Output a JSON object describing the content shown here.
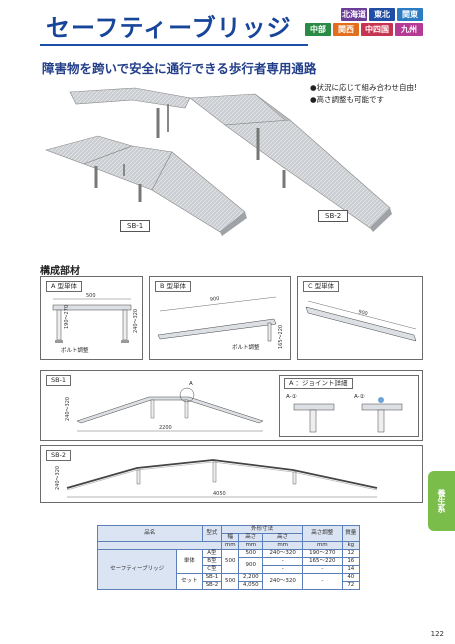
{
  "header": {
    "title": "セーフティーブリッジ",
    "regions": [
      {
        "label": "北海道",
        "color": "#6a3d97"
      },
      {
        "label": "東北",
        "color": "#1f4ea4"
      },
      {
        "label": "関東",
        "color": "#2c7cc4"
      },
      {
        "label": "中部",
        "color": "#2a8b46"
      },
      {
        "label": "関西",
        "color": "#e26d1c"
      },
      {
        "label": "中四国",
        "color": "#c73452"
      },
      {
        "label": "九州",
        "color": "#b53a93"
      }
    ]
  },
  "headline": "障害物を跨いで安全に通行できる歩行者専用通路",
  "features": [
    "●状況に応じて組み合わせ自由!",
    "●高さ調整も可能です"
  ],
  "photo_tags": {
    "sb1": "SB-1",
    "sb2": "SB-2"
  },
  "section_title": "構成部材",
  "parts": {
    "a": {
      "tag": "A 型単体",
      "width": "500",
      "h1": "190～270",
      "h2": "240～320",
      "bolt": "ボルト調整"
    },
    "b": {
      "tag": "B 型単体",
      "length": "900",
      "bolt": "ボルト調整",
      "h": "165～220"
    },
    "c": {
      "tag": "C 型単体",
      "length": "900"
    }
  },
  "sb1": {
    "tag": "SB-1",
    "length": "2200",
    "height": "240～320",
    "joint_label": "A"
  },
  "joint": {
    "tag": "A ：ジョイント詳細",
    "a1": "A-①",
    "a2": "A-②"
  },
  "sb2": {
    "tag": "SB-2",
    "length": "4050",
    "height": "240～320"
  },
  "table": {
    "h_name": "品名",
    "h_type": "型式",
    "h_outer": "外形寸法",
    "h_width": "幅",
    "h_height": "高さ",
    "h_height2": "高さ",
    "h_adjust": "高さ調整",
    "h_weight": "質量",
    "u_mm1": "mm",
    "u_mm2": "mm",
    "u_mm3": "mm",
    "u_mm4": "mm",
    "u_kg": "kg",
    "product": "セーフティーブリッジ",
    "single": "単体",
    "set": "セット",
    "rows": [
      {
        "type": "A型",
        "width": "500",
        "height": "240～320",
        "adjust": "190～270",
        "weight": "12"
      },
      {
        "type": "B型",
        "width": "900",
        "height": "-",
        "adjust": "165～220",
        "weight": "16"
      },
      {
        "type": "C型",
        "width": "",
        "height": "-",
        "adjust": "-",
        "weight": "14"
      },
      {
        "type": "SB-1",
        "width": "2,200",
        "height": "240～320",
        "adjust": "-",
        "weight": "40"
      },
      {
        "type": "SB-2",
        "width": "4,050",
        "height": "",
        "adjust": "",
        "weight": "72"
      }
    ],
    "col_width": "500"
  },
  "side_tab": "養生系",
  "page_number": "122"
}
